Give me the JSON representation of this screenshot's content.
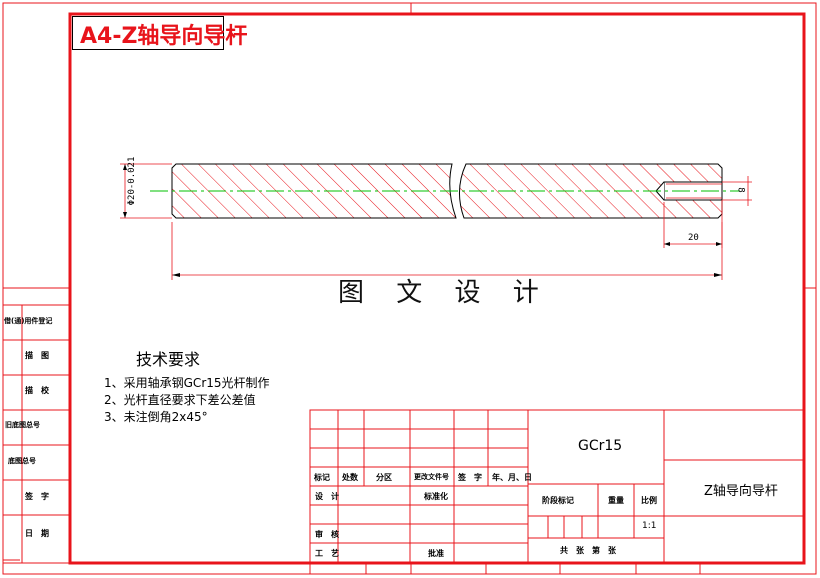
{
  "header": {
    "title": "A4-Z轴导向导杆"
  },
  "drawing": {
    "watermark": "图 文 设 计",
    "dims": {
      "diameter": "Φ20-0.021",
      "hole": "8",
      "hole_depth": "20"
    }
  },
  "requirements": {
    "title": "技术要求",
    "items": [
      "1、采用轴承钢GCr15光杆制作",
      "2、光杆直径要求下差公差值",
      "3、未注倒角2x45°"
    ]
  },
  "side_table": [
    "借(通)用件登记",
    "描　图",
    "描　校",
    "旧底图总号",
    "底图总号",
    "签　字",
    "日　期"
  ],
  "title_block": {
    "material": "GCr15",
    "part_name": "Z轴导向导杆",
    "headers": [
      "标记",
      "处数",
      "分区",
      "更改文件号",
      "签　字",
      "年、月、日"
    ],
    "design": "设　计",
    "standard": "标准化",
    "review": "审　核",
    "process": "工　艺",
    "approve": "批准",
    "stage": "阶段标记",
    "weight": "重量",
    "scale_label": "比例",
    "scale": "1:1",
    "sheets": "共　张　第　张"
  },
  "colors": {
    "border": "#e8141b",
    "centerline": "#00c000",
    "hatch": "#e8141b"
  }
}
